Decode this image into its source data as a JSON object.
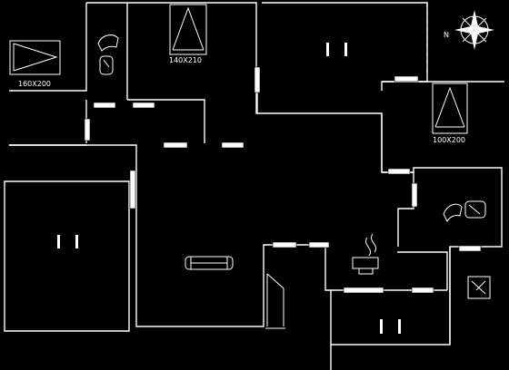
{
  "labels": {
    "bed_left_size": "160X200",
    "bed_top_size": "140X210",
    "bed_right_size": "100X200"
  },
  "icons": {
    "compass": "compass-icon",
    "north_letter": "N",
    "bed": "bed-icon",
    "toilet": "toilet-icon",
    "stove": "stove-icon",
    "sofa": "sofa-icon",
    "bathroom_sink": "sink-icon"
  },
  "colors": {
    "background": "#000000",
    "lines": "#ffffff"
  }
}
